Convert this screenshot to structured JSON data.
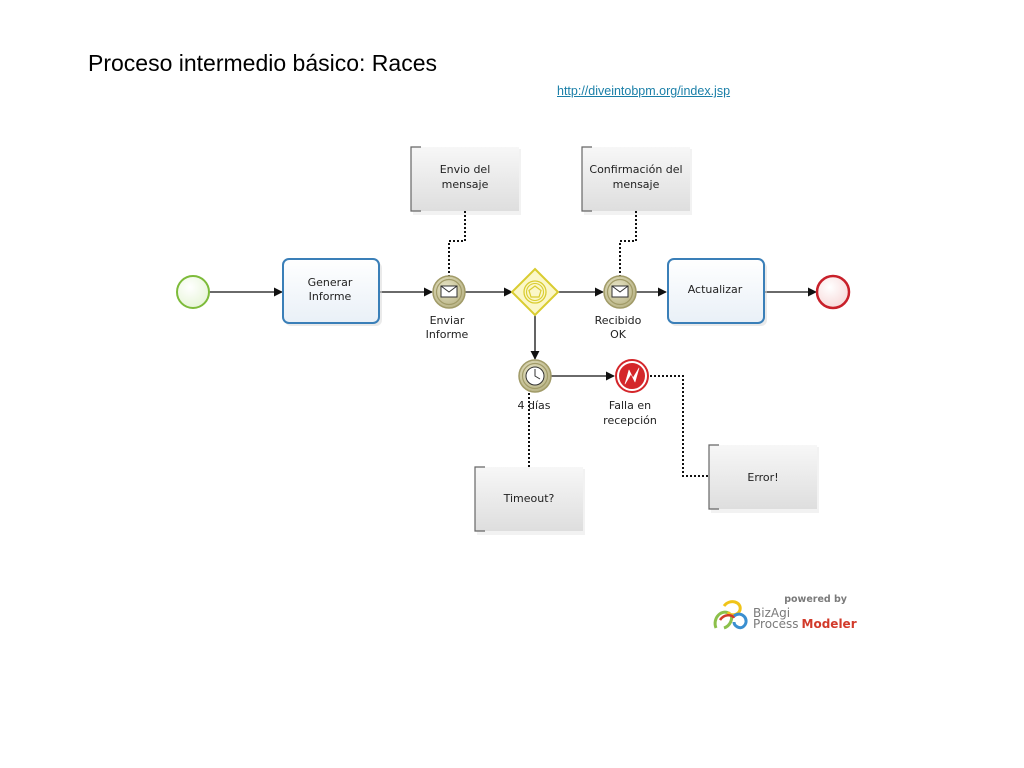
{
  "page": {
    "title": "Proceso intermedio básico: Races",
    "link": "http://diveintobpm.org/index.jsp"
  },
  "diagram": {
    "tasks": {
      "generar": [
        "Generar",
        "Informe"
      ],
      "actualizar": [
        "Actualizar"
      ]
    },
    "events": {
      "enviar": [
        "Enviar",
        "Informe"
      ],
      "recibido": [
        "Recibido",
        "OK"
      ],
      "timer": [
        "4 días"
      ],
      "error": [
        "Falla en",
        "recepción"
      ]
    },
    "annotations": {
      "envio": [
        "Envio del",
        "mensaje"
      ],
      "confirmacion": [
        "Confirmación del",
        "mensaje"
      ],
      "timeout": [
        "Timeout?"
      ],
      "error": [
        "Error!"
      ]
    }
  },
  "branding": {
    "powered_by": "powered by",
    "line1": "BizAgi",
    "line2a": "Process",
    "line2b": "Modeler"
  },
  "colors": {
    "task_border": "#3a7fb8",
    "event_fill": "#c8c49a",
    "gateway": "#d9cc30",
    "start": "#7dbb3a",
    "end": "#c8202a",
    "error_event": "#d4262a",
    "brand_gray": "#7a7a7a",
    "brand_red": "#d23a2a"
  }
}
